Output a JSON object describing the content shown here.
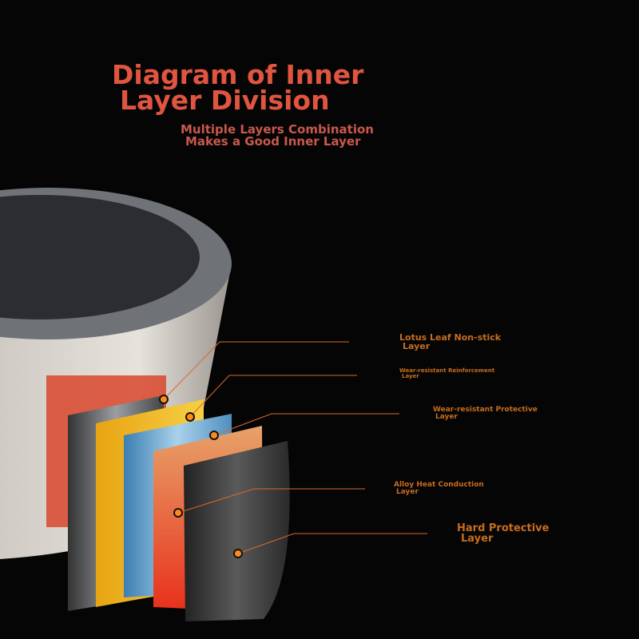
{
  "title": {
    "line1": "Diagram of Inner",
    "line2": "Layer Division"
  },
  "subtitle": {
    "line1": "Multiple Layers Combination",
    "line2": "Makes a Good Inner Layer"
  },
  "layers": [
    {
      "line1": "Lotus Leaf Non-stick",
      "line2": "Layer"
    },
    {
      "line1": "Wear-resistant Reinforcement",
      "line2": "Layer"
    },
    {
      "line1": "Wear-resistant Protective",
      "line2": "Layer"
    },
    {
      "line1": "Alloy Heat Conduction",
      "line2": "Layer"
    },
    {
      "line1": "Hard Protective",
      "line2": "Layer"
    }
  ],
  "colors": {
    "title": "#e0553f",
    "label": "#c76d1e",
    "line": "#d86a2a"
  }
}
